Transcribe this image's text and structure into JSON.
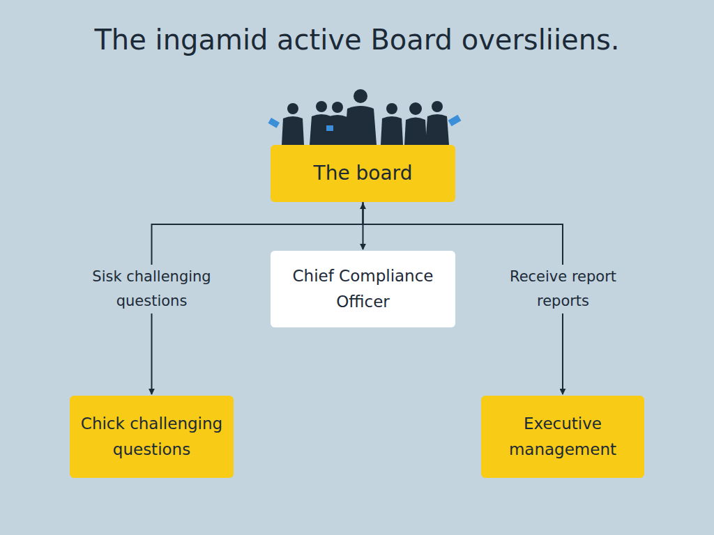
{
  "diagram": {
    "title": "The ingamid active Board oversliiens.",
    "nodes": [
      {
        "text": [
          "The board"
        ]
      },
      {
        "text": [
          "Chief Compliance Officer"
        ]
      },
      {
        "text": [
          "Chick challenging questions"
        ]
      },
      {
        "text": [
          "Executive management"
        ]
      }
    ],
    "edges": [
      {
        "from": 0,
        "to": 1,
        "arrow": "both"
      },
      {
        "from": 0,
        "to": 2,
        "label": "Sisk challenging questions",
        "arrow": "to"
      },
      {
        "from": 0,
        "to": 3,
        "label": "Receive report reports",
        "arrow": "to"
      }
    ]
  }
}
